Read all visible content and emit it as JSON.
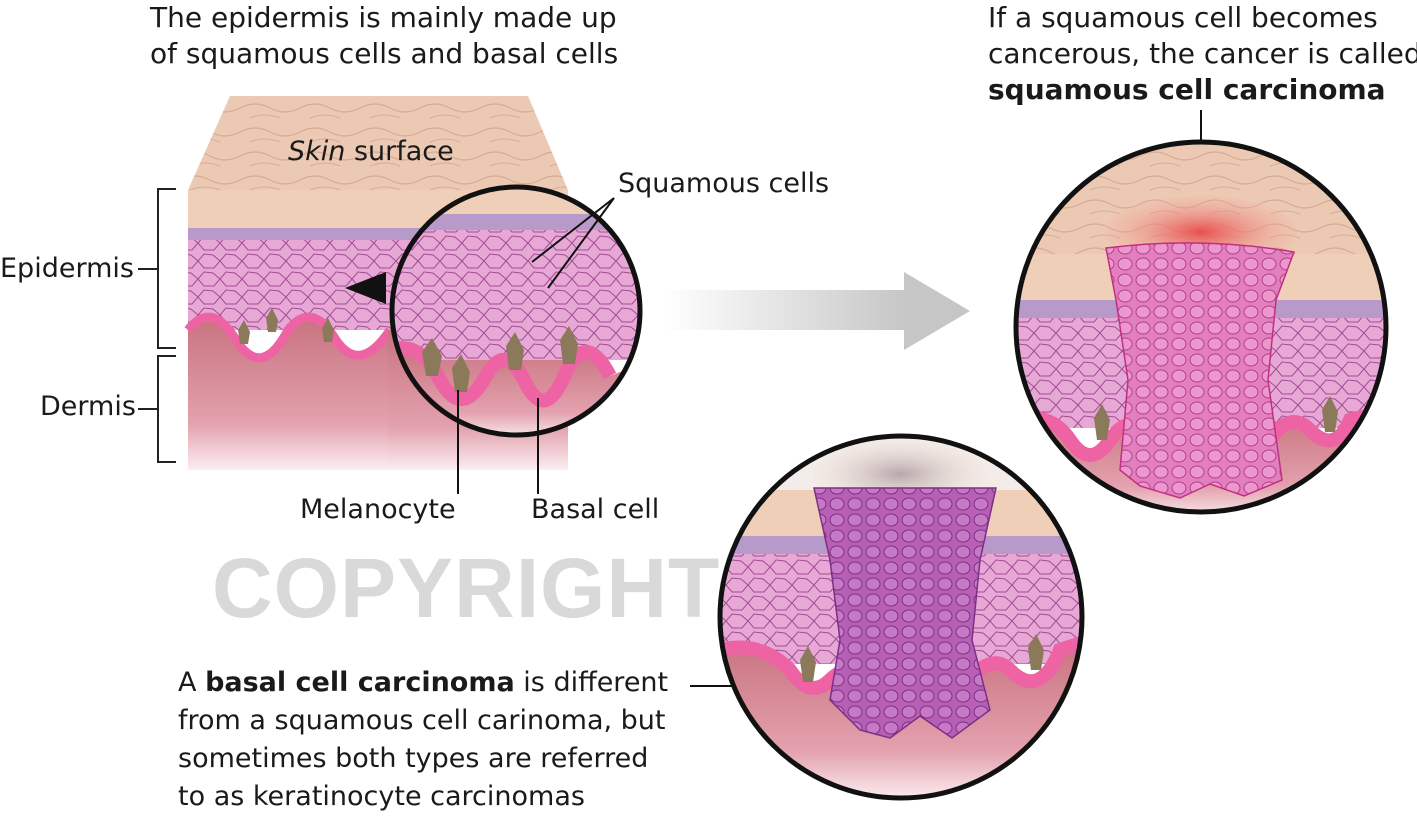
{
  "captions": {
    "top_left": [
      "The epidermis is mainly made up",
      "of squamous cells and basal cells"
    ],
    "top_right": [
      "If a squamous cell becomes",
      "cancerous, the cancer is called"
    ],
    "top_right_bold": "squamous cell carcinoma",
    "bottom_prefix": "A ",
    "bottom_bold": "basal cell carcinoma",
    "bottom_suffix": " is different",
    "bottom_lines": [
      "from a squamous cell carinoma, but",
      "sometimes both types are referred",
      "to as keratinocyte carcinomas"
    ]
  },
  "labels": {
    "skin_surface_italic": "Skin",
    "skin_surface_rest": " surface",
    "squamous_cells": "Squamous cells",
    "epidermis": "Epidermis",
    "dermis": "Dermis",
    "melanocyte": "Melanocyte",
    "basal_cell": "Basal cell"
  },
  "watermark": "COPYRIGHT",
  "colors": {
    "skin_surface": "#e8c4ad",
    "epidermis_pink": "#e4a0cf",
    "dermis": "#d98a9b",
    "basal_cells": "#e85c9a",
    "melanocyte": "#8b7a5a",
    "tumor_squamous": "#e23d8f",
    "tumor_basal": "#a445a6",
    "arrow": "#c8c8c8"
  }
}
